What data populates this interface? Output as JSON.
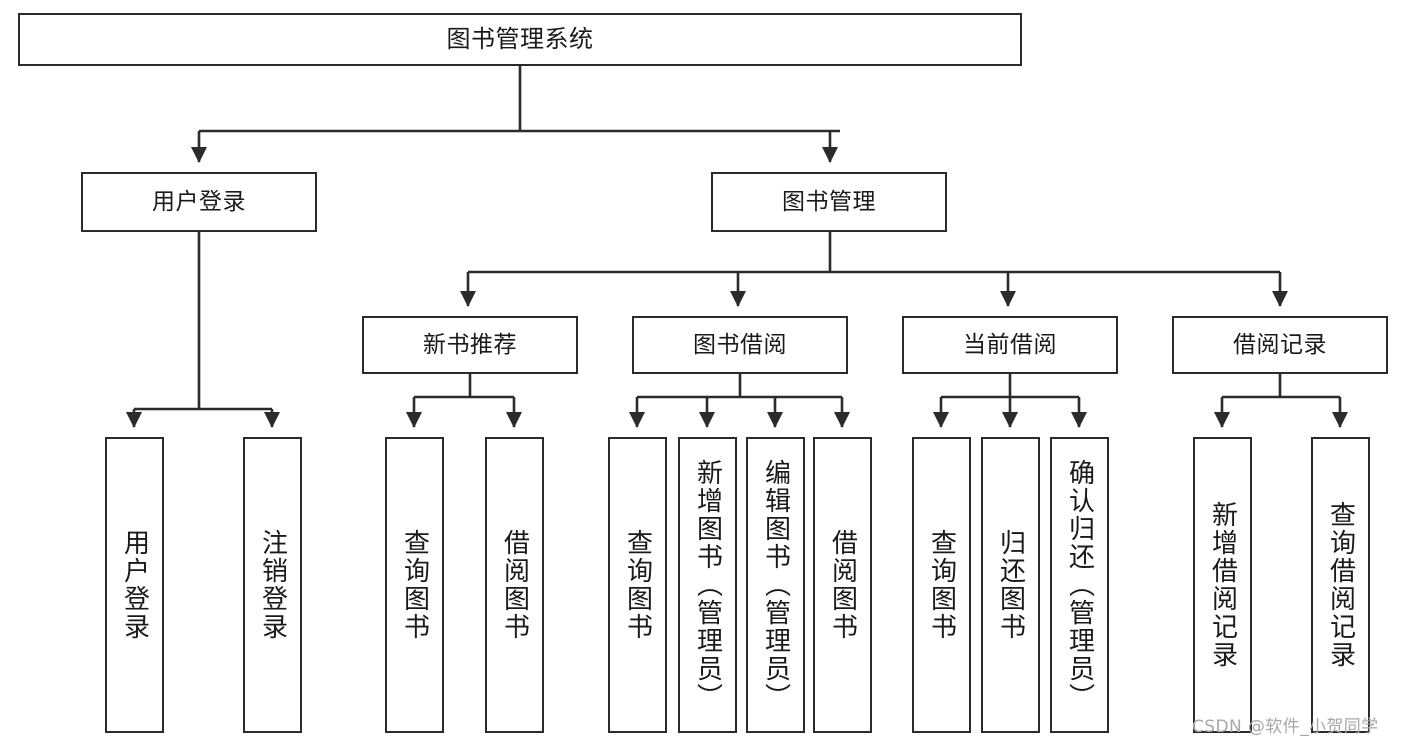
{
  "diagram": {
    "title": "图书管理系统",
    "type": "tree",
    "watermark": "CSDN @软件_小贺同学",
    "colors": {
      "box_border": "#2b2b2b",
      "box_fill": "#ffffff",
      "connector": "#2b2b2b",
      "text": "#1a1a1a",
      "watermark": "#a8a8a8",
      "background": "#ffffff"
    },
    "levels": {
      "root": {
        "label": "图书管理系统"
      },
      "level2": [
        {
          "id": "user-login",
          "label": "用户登录"
        },
        {
          "id": "book-management",
          "label": "图书管理"
        }
      ],
      "level3": [
        {
          "id": "new-book-recommend",
          "label": "新书推荐",
          "parent": "book-management"
        },
        {
          "id": "book-borrow",
          "label": "图书借阅",
          "parent": "book-management"
        },
        {
          "id": "current-borrow",
          "label": "当前借阅",
          "parent": "book-management"
        },
        {
          "id": "borrow-record",
          "label": "借阅记录",
          "parent": "book-management"
        }
      ],
      "leaves": [
        {
          "id": "leaf-user-login",
          "label": "用户登录",
          "parent": "user-login"
        },
        {
          "id": "leaf-logout",
          "label": "注销登录",
          "parent": "user-login"
        },
        {
          "id": "leaf-query-book-1",
          "label": "查询图书",
          "parent": "new-book-recommend"
        },
        {
          "id": "leaf-borrow-book-1",
          "label": "借阅图书",
          "parent": "new-book-recommend"
        },
        {
          "id": "leaf-query-book-2",
          "label": "查询图书",
          "parent": "book-borrow"
        },
        {
          "id": "leaf-add-book",
          "label": "新增图书（管理员）",
          "parent": "book-borrow"
        },
        {
          "id": "leaf-edit-book",
          "label": "编辑图书（管理员）",
          "parent": "book-borrow"
        },
        {
          "id": "leaf-borrow-book-2",
          "label": "借阅图书",
          "parent": "book-borrow"
        },
        {
          "id": "leaf-query-book-3",
          "label": "查询图书",
          "parent": "current-borrow"
        },
        {
          "id": "leaf-return-book",
          "label": "归还图书",
          "parent": "current-borrow"
        },
        {
          "id": "leaf-confirm-return",
          "label": "确认归还（管理员）",
          "parent": "current-borrow"
        },
        {
          "id": "leaf-add-record",
          "label": "新增借阅记录",
          "parent": "borrow-record"
        },
        {
          "id": "leaf-query-record",
          "label": "查询借阅记录",
          "parent": "borrow-record"
        }
      ]
    }
  }
}
